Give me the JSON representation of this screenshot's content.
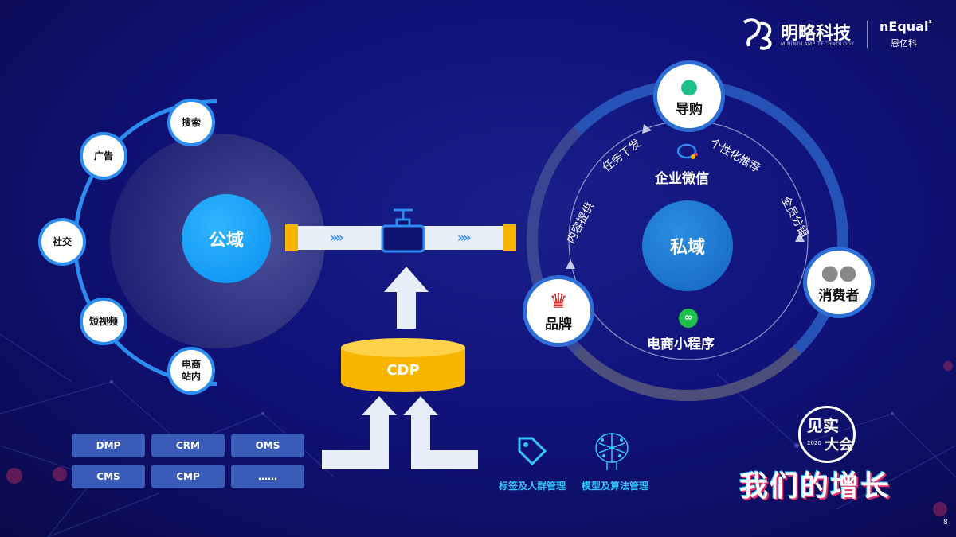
{
  "header": {
    "brand_cn": "明略科技",
    "brand_en": "MININGLAMP TECHNOLOGY",
    "partner_en": "nEqual",
    "partner_sup": "²",
    "partner_cn": "恩亿科"
  },
  "public_domain": {
    "center": "公域",
    "channels": [
      "搜索",
      "广告",
      "社交",
      "短视频",
      "电商\n站内"
    ]
  },
  "pipeline": {
    "chevrons": "»»"
  },
  "cdp": {
    "label": "CDP",
    "systems": [
      "DMP",
      "CRM",
      "OMS",
      "CMS",
      "CMP",
      "……"
    ],
    "capabilities": [
      {
        "label": "标签及人群管理",
        "icon": "tag-icon"
      },
      {
        "label": "模型及算法管理",
        "icon": "brain-icon"
      }
    ]
  },
  "private_domain": {
    "center": "私域",
    "channel_wechat": "企业微信",
    "channel_miniapp": "电商小程序",
    "nodes": {
      "guide": "导购",
      "brand": "品牌",
      "consumer": "消费者"
    },
    "flows": [
      "内容提供",
      "任务下发",
      "个性化推荐",
      "全员分销"
    ]
  },
  "footer": {
    "event_top": "见实",
    "event_year": "2020",
    "event_bottom": "大会",
    "slogan": "我们的增长",
    "page_number": "8"
  },
  "colors": {
    "accent_blue": "#2d8cf0",
    "cyan": "#36c5ff",
    "gold": "#f7b500",
    "background": "#10127a"
  }
}
